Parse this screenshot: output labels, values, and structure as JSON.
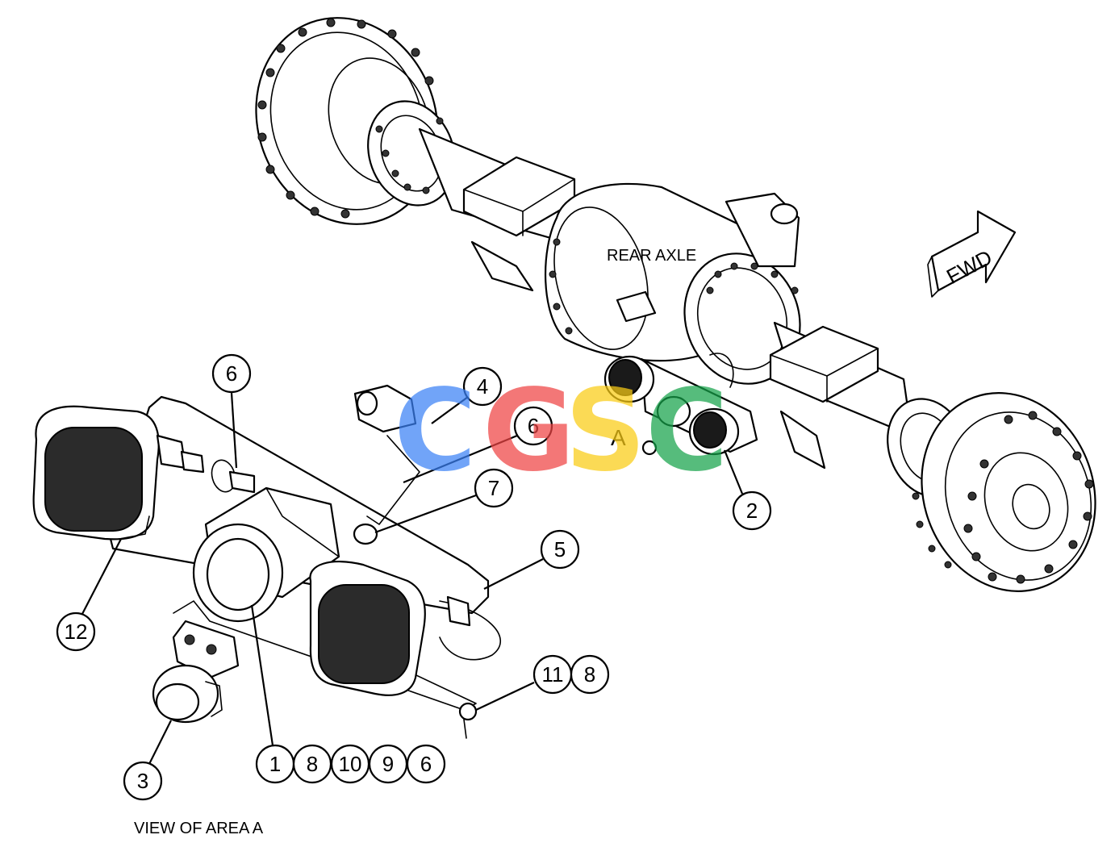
{
  "labels": {
    "rear_axle": "REAR AXLE",
    "fwd": "FWD",
    "area_marker": "A",
    "view_caption": "VIEW OF AREA  A"
  },
  "callouts": {
    "c6_top": "6",
    "c4": "4",
    "c6_mid": "6",
    "c7": "7",
    "c5": "5",
    "c2": "2",
    "c12": "12",
    "c11": "11",
    "c8_right": "8",
    "c3": "3",
    "group_1": "1",
    "group_8": "8",
    "group_10": "10",
    "group_9": "9",
    "group_6": "6"
  },
  "watermark": {
    "letters": [
      "C",
      "G",
      "S",
      "C"
    ],
    "colors": [
      "#3b82f6",
      "#ef4444",
      "#facc15",
      "#16a34a"
    ]
  },
  "colors": {
    "line": "#000000",
    "background": "#ffffff"
  }
}
